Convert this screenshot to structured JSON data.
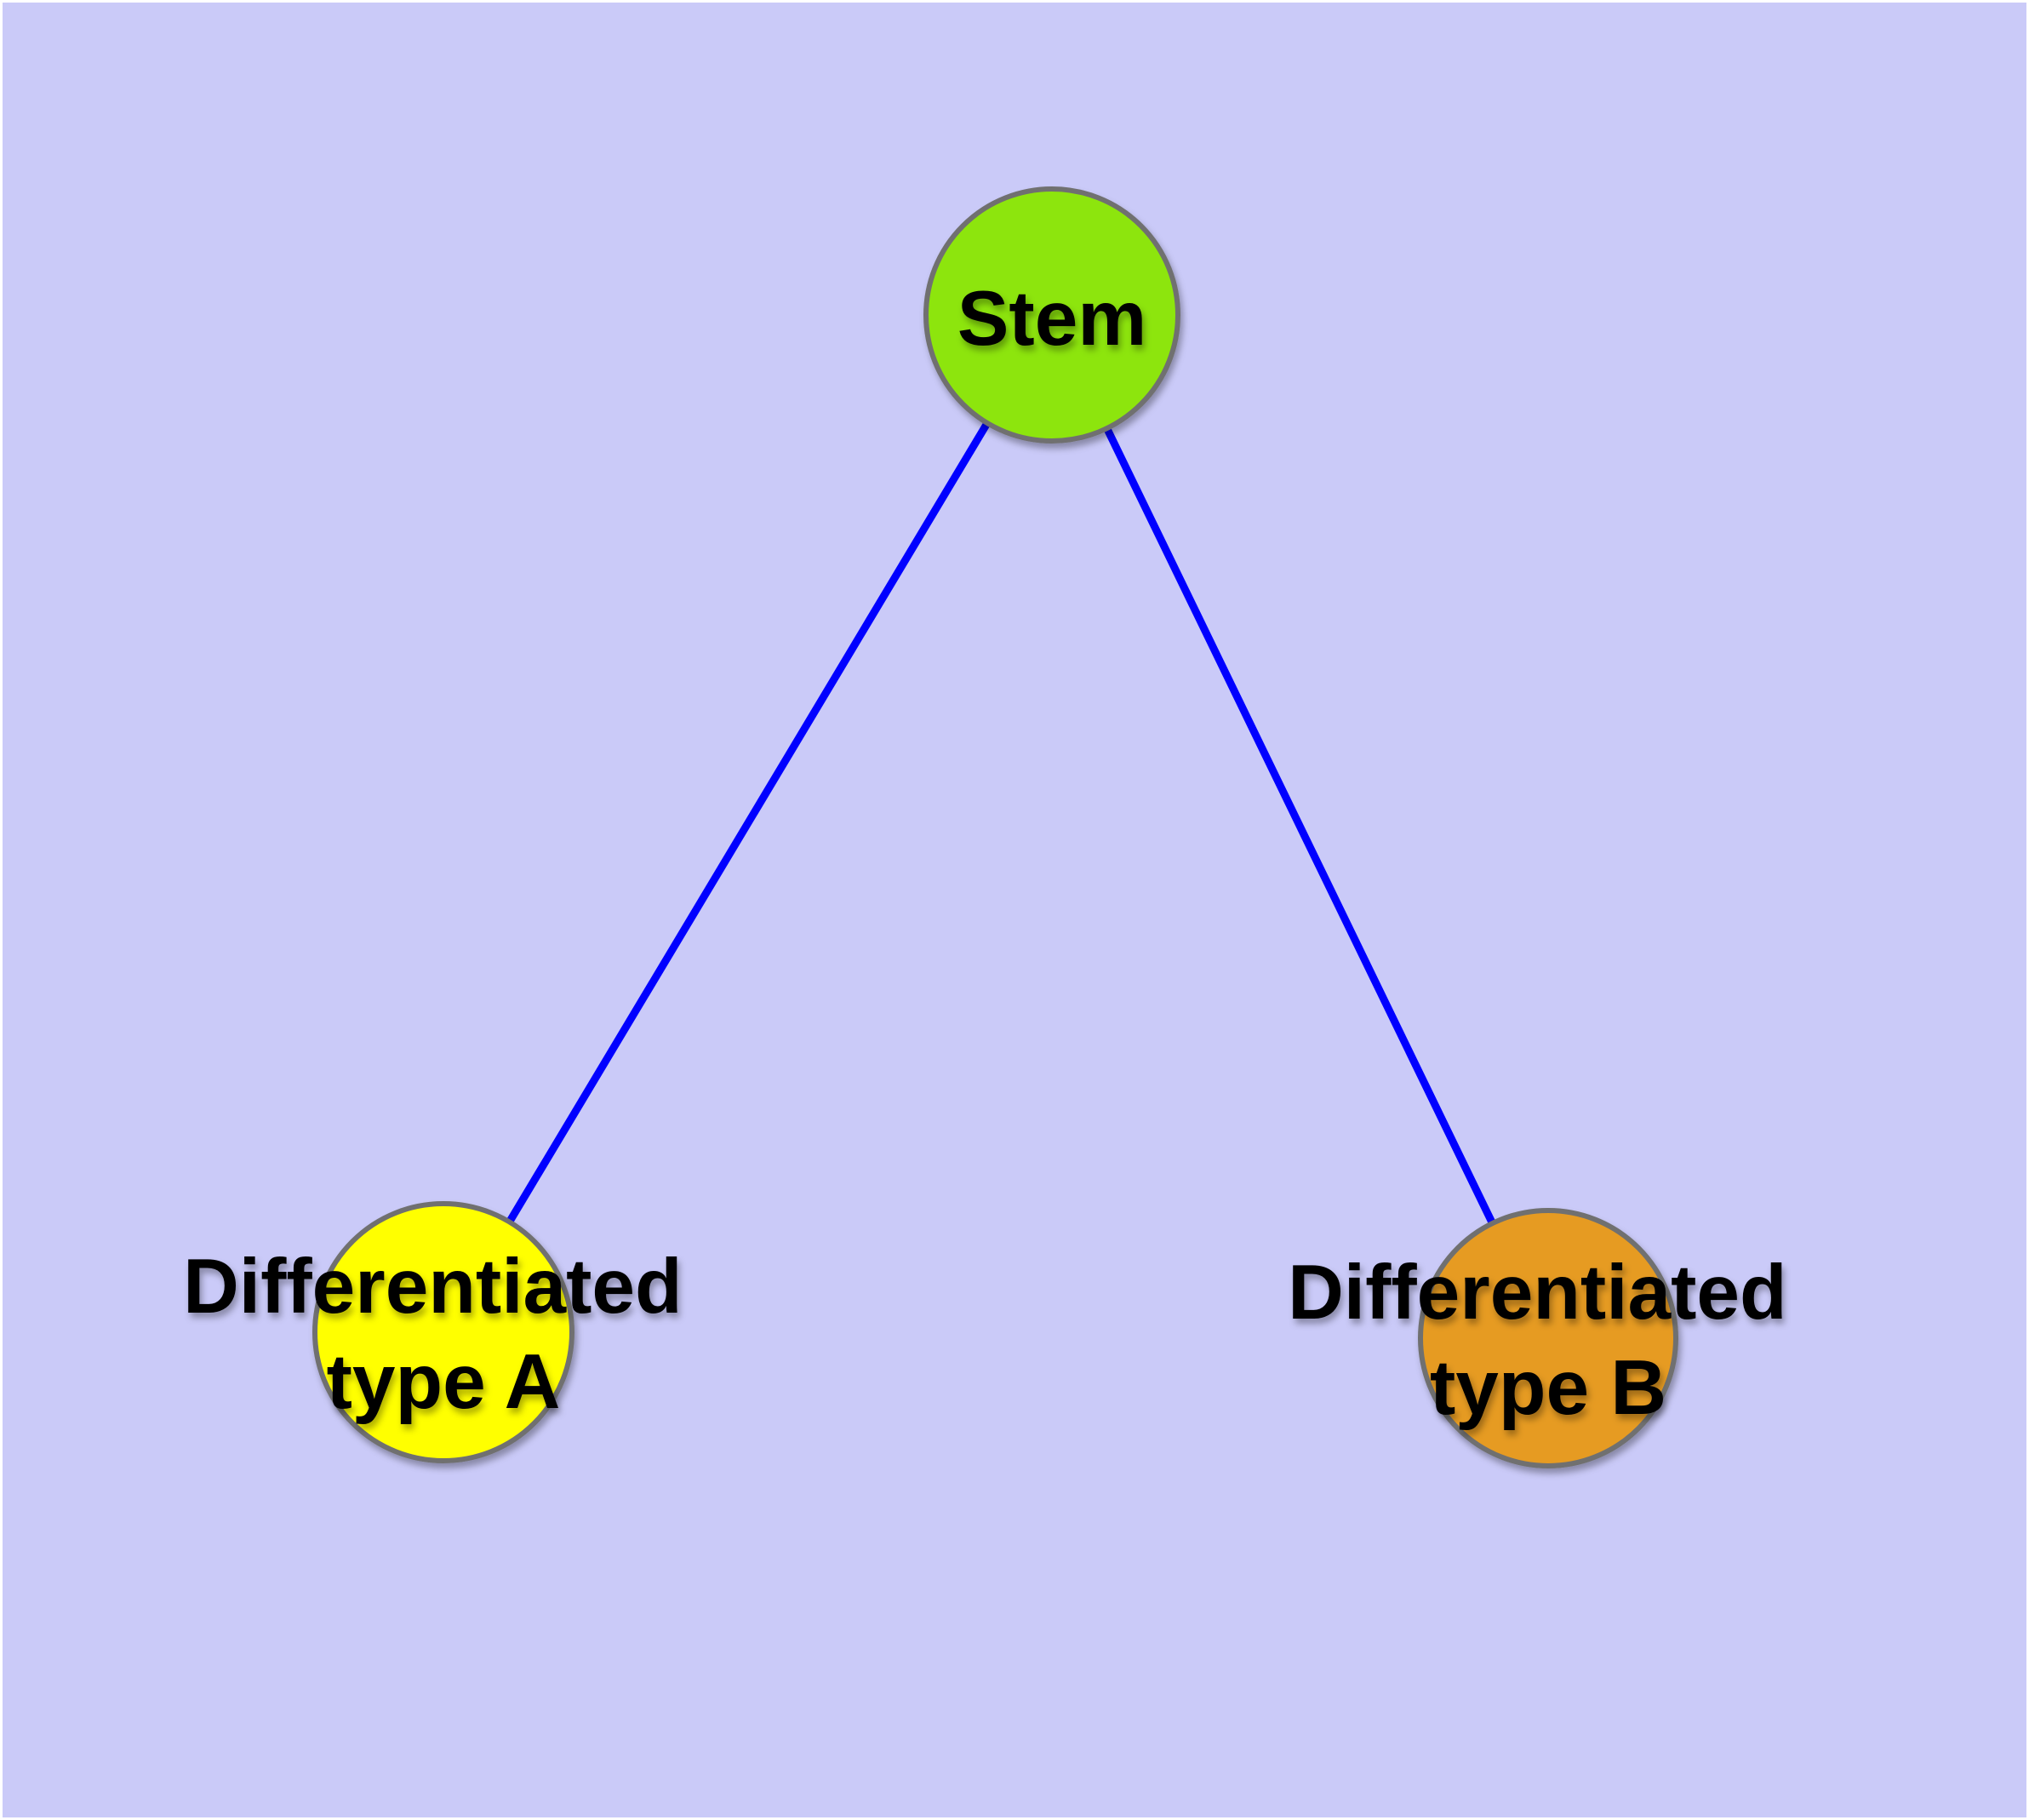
{
  "diagram": {
    "background_color": "#CACAF8",
    "page_border_color": "#FFFFFF",
    "edge_color": "#0000FF",
    "node_border_color": "#707070",
    "label_color": "#000000",
    "nodes": {
      "stem": {
        "label": "Stem",
        "color": "#8DE50A"
      },
      "type_a": {
        "label_line1": "Differentiated",
        "label_line2": "type A",
        "color": "#FFFF00"
      },
      "type_b": {
        "label_line1": "Differentiated",
        "label_line2": "type B",
        "color": "#E69B21"
      }
    },
    "edges": [
      {
        "from": "stem",
        "to": "type_a"
      },
      {
        "from": "stem",
        "to": "type_b"
      }
    ]
  }
}
